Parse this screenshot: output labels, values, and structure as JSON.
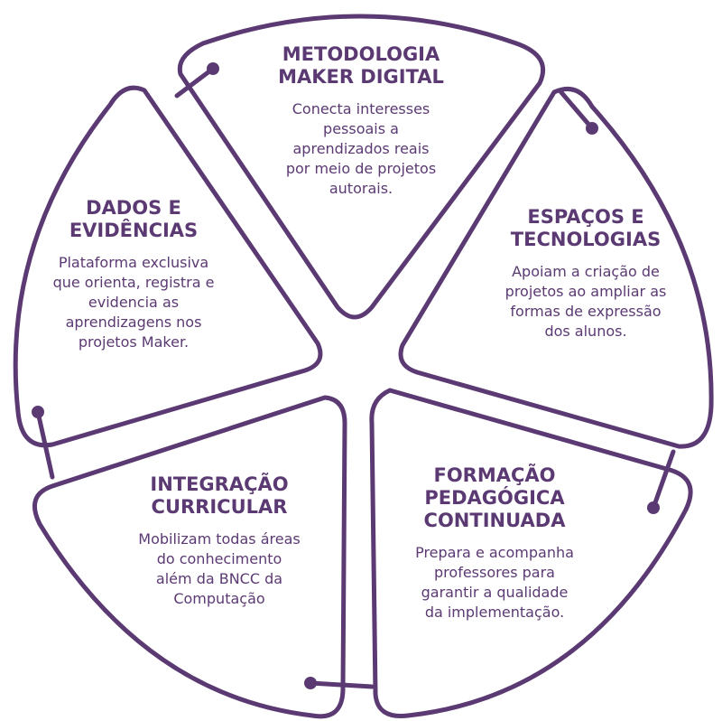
{
  "colors": {
    "accent": "#5b3a73",
    "background": "#ffffff"
  },
  "segments": [
    {
      "title": [
        "METODOLOGIA",
        "MAKER DIGITAL"
      ],
      "description": [
        "Conecta interesses",
        "pessoais a",
        "aprendizados reais",
        "por meio de projetos",
        "autorais."
      ]
    },
    {
      "title": [
        "ESPAÇOS E",
        "TECNOLOGIAS"
      ],
      "description": [
        "Apoiam a criação de",
        "projetos ao ampliar as",
        "formas de expressão",
        "dos alunos."
      ]
    },
    {
      "title": [
        "FORMAÇÃO",
        "PEDAGÓGICA",
        "CONTINUADA"
      ],
      "description": [
        "Prepara e acompanha",
        "professores para",
        "garantir a qualidade",
        "da implementação."
      ]
    },
    {
      "title": [
        "INTEGRAÇÃO",
        "CURRICULAR"
      ],
      "description": [
        "Mobilizam todas áreas",
        "do conhecimento",
        "além da BNCC da",
        "Computação"
      ]
    },
    {
      "title": [
        "DADOS E",
        "EVIDÊNCIAS"
      ],
      "description": [
        "Plataforma exclusiva",
        "que orienta, registra e",
        "evidencia as",
        "aprendizagens nos",
        "projetos Maker."
      ]
    }
  ]
}
